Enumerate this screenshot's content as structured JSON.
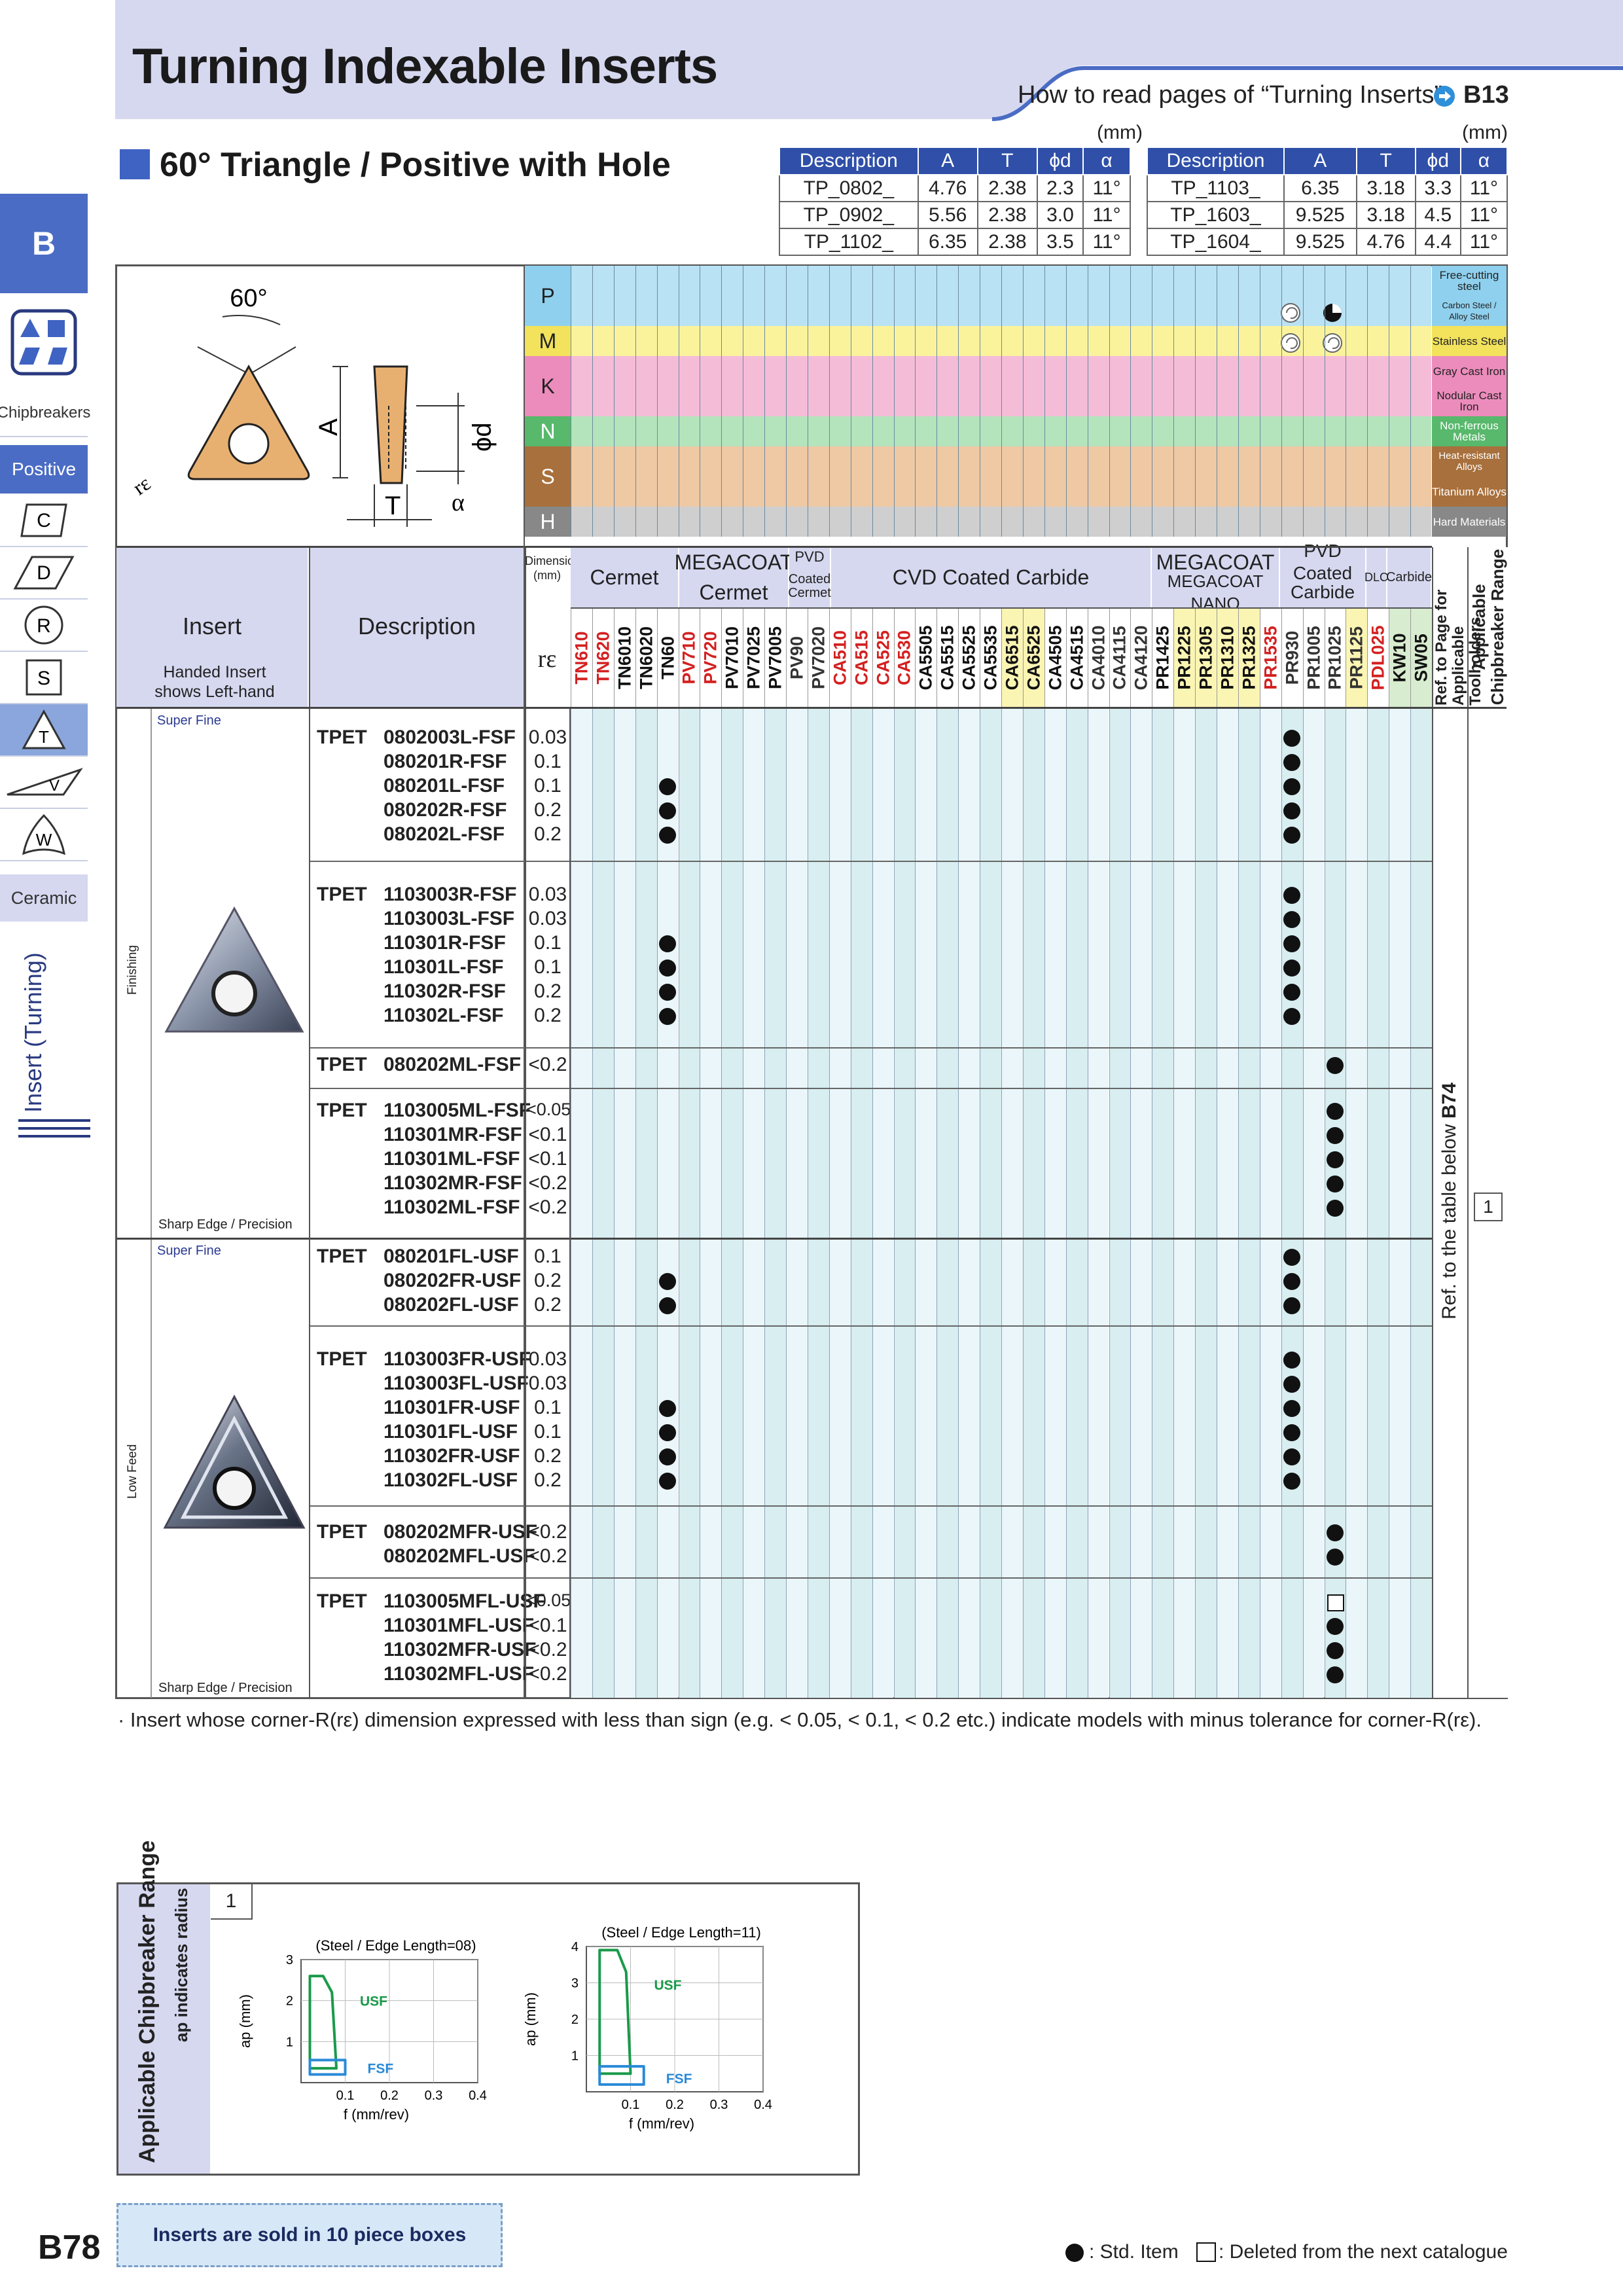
{
  "header": {
    "title": "Turning Indexable Inserts",
    "howto_text": "How to read pages of “Turning Inserts”",
    "howto_ref": "B13"
  },
  "side": {
    "section": "B",
    "tabs": [
      "Chipbreakers",
      "Positive",
      "C",
      "D",
      "R",
      "S",
      "T",
      "V",
      "W",
      "Ceramic"
    ],
    "vertical": "Insert (Turning)"
  },
  "section_title": "60° Triangle / Positive with Hole",
  "units": "(mm)",
  "dims_tables": [
    {
      "headers": [
        "Description",
        "A",
        "T",
        "ϕd",
        "α"
      ],
      "rows": [
        [
          "TP_0802_",
          "4.76",
          "2.38",
          "2.3",
          "11°"
        ],
        [
          "TP_0902_",
          "5.56",
          "2.38",
          "3.0",
          "11°"
        ],
        [
          "TP_1102_",
          "6.35",
          "2.38",
          "3.5",
          "11°"
        ]
      ]
    },
    {
      "headers": [
        "Description",
        "A",
        "T",
        "ϕd",
        "α"
      ],
      "rows": [
        [
          "TP_1103_",
          "6.35",
          "3.18",
          "3.3",
          "11°"
        ],
        [
          "TP_1603_",
          "9.525",
          "3.18",
          "4.5",
          "11°"
        ],
        [
          "TP_1604_",
          "9.525",
          "4.76",
          "4.4",
          "11°"
        ]
      ]
    }
  ],
  "diagram": {
    "angle": "60°",
    "A": "A",
    "T": "T",
    "phid": "ϕd",
    "alpha": "α",
    "re": "rε"
  },
  "materials": [
    {
      "code": "P",
      "color": "#b9e2f4",
      "names": [
        "Free-cutting steel",
        "Carbon Steel / Alloy Steel"
      ]
    },
    {
      "code": "M",
      "color": "#fbf39c",
      "names": [
        "Stainless Steel"
      ]
    },
    {
      "code": "K",
      "color": "#f5bcd8",
      "names": [
        "Gray Cast Iron",
        "Nodular Cast Iron"
      ]
    },
    {
      "code": "N",
      "color": "#b4e4bc",
      "names": [
        "Non-ferrous Metals"
      ]
    },
    {
      "code": "S",
      "color": "#efc8a4",
      "names": [
        "Heat-resistant Alloys",
        "Titanium Alloys"
      ]
    },
    {
      "code": "H",
      "color": "#cfcfcf",
      "names": [
        "Hard Materials"
      ]
    }
  ],
  "col_headers": {
    "insert": "Insert",
    "handed_note": "Handed Insert shows Left-hand",
    "description": "Description",
    "dimension": "Dimension (mm)",
    "re": "rε",
    "series": [
      {
        "name": "Cermet",
        "sub": ""
      },
      {
        "name": "MEGACOAT",
        "sub": "Cermet"
      },
      {
        "name": "PVD",
        "sub": "Coated Cermet"
      },
      {
        "name": "CVD Coated Carbide",
        "sub": ""
      },
      {
        "name": "MEGACOAT",
        "sub": "MEGACOAT NANO"
      },
      {
        "name": "PVD Coated",
        "sub": "Carbide"
      },
      {
        "name": "DLC",
        "sub": ""
      },
      {
        "name": "Carbide",
        "sub": ""
      }
    ],
    "ref_page": "Ref. to Page for Applicable Toolholders",
    "chip_range": "Applicable Chipbreaker Range"
  },
  "grades": [
    {
      "name": "TN610",
      "color": "#d42020"
    },
    {
      "name": "TN620",
      "color": "#d42020"
    },
    {
      "name": "TN6010",
      "color": "#111111"
    },
    {
      "name": "TN6020",
      "color": "#111111"
    },
    {
      "name": "TN60",
      "color": "#111111"
    },
    {
      "name": "PV710",
      "color": "#d42020"
    },
    {
      "name": "PV720",
      "color": "#d42020"
    },
    {
      "name": "PV7010",
      "color": "#111111"
    },
    {
      "name": "PV7025",
      "color": "#111111"
    },
    {
      "name": "PV7005",
      "color": "#111111"
    },
    {
      "name": "PV90",
      "color": "#333333"
    },
    {
      "name": "PV7020",
      "color": "#333333"
    },
    {
      "name": "CA510",
      "color": "#d42020"
    },
    {
      "name": "CA515",
      "color": "#d42020"
    },
    {
      "name": "CA525",
      "color": "#d42020"
    },
    {
      "name": "CA530",
      "color": "#d42020"
    },
    {
      "name": "CA5505",
      "color": "#111111"
    },
    {
      "name": "CA5515",
      "color": "#111111"
    },
    {
      "name": "CA5525",
      "color": "#111111"
    },
    {
      "name": "CA5535",
      "color": "#111111"
    },
    {
      "name": "CA6515",
      "color": "#111111"
    },
    {
      "name": "CA6525",
      "color": "#111111"
    },
    {
      "name": "CA4505",
      "color": "#111111"
    },
    {
      "name": "CA4515",
      "color": "#111111"
    },
    {
      "name": "CA4010",
      "color": "#333333"
    },
    {
      "name": "CA4115",
      "color": "#333333"
    },
    {
      "name": "CA4120",
      "color": "#333333"
    },
    {
      "name": "PR1425",
      "color": "#111111"
    },
    {
      "name": "PR1225",
      "color": "#111111"
    },
    {
      "name": "PR1305",
      "color": "#111111"
    },
    {
      "name": "PR1310",
      "color": "#111111"
    },
    {
      "name": "PR1325",
      "color": "#111111"
    },
    {
      "name": "PR1535",
      "color": "#d42020"
    },
    {
      "name": "PR930",
      "color": "#333333"
    },
    {
      "name": "PR1005",
      "color": "#333333"
    },
    {
      "name": "PR1025",
      "color": "#333333"
    },
    {
      "name": "PR1125",
      "color": "#333333"
    },
    {
      "name": "PDL025",
      "color": "#d42020"
    },
    {
      "name": "KW10",
      "color": "#111111"
    },
    {
      "name": "SW05",
      "color": "#111111"
    }
  ],
  "rows": [
    {
      "desc": "0802003L-FSF",
      "pre": "TPET",
      "re": "0.03",
      "dots": [
        33
      ]
    },
    {
      "desc": "080201R-FSF",
      "pre": "",
      "re": "0.1",
      "dots": [
        33
      ]
    },
    {
      "desc": "080201L-FSF",
      "pre": "",
      "re": "0.1",
      "dots": [
        4,
        33
      ]
    },
    {
      "desc": "080202R-FSF",
      "pre": "",
      "re": "0.2",
      "dots": [
        4,
        33
      ]
    },
    {
      "desc": "080202L-FSF",
      "pre": "",
      "re": "0.2",
      "dots": [
        4,
        33
      ]
    },
    {
      "desc": "1103003R-FSF",
      "pre": "TPET",
      "re": "0.03",
      "dots": [
        33
      ]
    },
    {
      "desc": "1103003L-FSF",
      "pre": "",
      "re": "0.03",
      "dots": [
        33
      ]
    },
    {
      "desc": "110301R-FSF",
      "pre": "",
      "re": "0.1",
      "dots": [
        4,
        33
      ]
    },
    {
      "desc": "110301L-FSF",
      "pre": "",
      "re": "0.1",
      "dots": [
        4,
        33
      ]
    },
    {
      "desc": "110302R-FSF",
      "pre": "",
      "re": "0.2",
      "dots": [
        4,
        33
      ]
    },
    {
      "desc": "110302L-FSF",
      "pre": "",
      "re": "0.2",
      "dots": [
        4,
        33
      ]
    },
    {
      "desc": "080202ML-FSF",
      "pre": "TPET",
      "re": "<0.2",
      "dots": [
        35
      ]
    },
    {
      "desc": "1103005ML-FSF",
      "pre": "TPET",
      "re": "<0.05",
      "dots": [
        35
      ]
    },
    {
      "desc": "110301MR-FSF",
      "pre": "",
      "re": "<0.1",
      "dots": [
        35
      ]
    },
    {
      "desc": "110301ML-FSF",
      "pre": "",
      "re": "<0.1",
      "dots": [
        35
      ]
    },
    {
      "desc": "110302MR-FSF",
      "pre": "",
      "re": "<0.2",
      "dots": [
        35
      ]
    },
    {
      "desc": "110302ML-FSF",
      "pre": "",
      "re": "<0.2",
      "dots": [
        35
      ]
    },
    {
      "desc": "080201FL-USF",
      "pre": "TPET",
      "re": "0.1",
      "dots": [
        33
      ]
    },
    {
      "desc": "080202FR-USF",
      "pre": "",
      "re": "0.2",
      "dots": [
        4,
        33
      ]
    },
    {
      "desc": "080202FL-USF",
      "pre": "",
      "re": "0.2",
      "dots": [
        4,
        33
      ]
    },
    {
      "desc": "1103003FR-USF",
      "pre": "TPET",
      "re": "0.03",
      "dots": [
        33
      ]
    },
    {
      "desc": "1103003FL-USF",
      "pre": "",
      "re": "0.03",
      "dots": [
        33
      ]
    },
    {
      "desc": "110301FR-USF",
      "pre": "",
      "re": "0.1",
      "dots": [
        4,
        33
      ]
    },
    {
      "desc": "110301FL-USF",
      "pre": "",
      "re": "0.1",
      "dots": [
        4,
        33
      ]
    },
    {
      "desc": "110302FR-USF",
      "pre": "",
      "re": "0.2",
      "dots": [
        4,
        33
      ]
    },
    {
      "desc": "110302FL-USF",
      "pre": "",
      "re": "0.2",
      "dots": [
        4,
        33
      ]
    },
    {
      "desc": "080202MFR-USF",
      "pre": "TPET",
      "re": "<0.2",
      "dots": [
        35
      ]
    },
    {
      "desc": "080202MFL-USF",
      "pre": "",
      "re": "<0.2",
      "dots": [
        35
      ]
    },
    {
      "desc": "1103005MFL-USF",
      "pre": "TPET",
      "re": "<0.05",
      "squares": [
        35
      ]
    },
    {
      "desc": "110301MFL-USF",
      "pre": "",
      "re": "<0.1",
      "dots": [
        35
      ]
    },
    {
      "desc": "110302MFR-USF",
      "pre": "",
      "re": "<0.2",
      "dots": [
        35
      ]
    },
    {
      "desc": "110302MFL-USF",
      "pre": "",
      "re": "<0.2",
      "dots": [
        35
      ]
    }
  ],
  "groups": [
    {
      "tag": "Super Fine",
      "edge": "Sharp Edge / Precision",
      "application": "Finishing"
    },
    {
      "tag": "Super Fine",
      "edge": "Sharp Edge / Precision",
      "application": "Low Feed"
    }
  ],
  "ref_text": "Ref. to the table below",
  "ref_page": "B74",
  "chip_range_no": "1",
  "footnote": "· Insert whose corner-R(rε) dimension expressed with less than sign (e.g. < 0.05, < 0.1, < 0.2 etc.) indicate models with minus tolerance for corner-R(rε).",
  "chipbreaker_box": {
    "title": "Applicable Chipbreaker Range",
    "subtitle": "ap indicates radius",
    "number": "1"
  },
  "chart_data": [
    {
      "type": "area",
      "title": "(Steel / Edge Length=08)",
      "xlabel": "f (mm/rev)",
      "ylabel": "ap (mm)",
      "xlim": [
        0,
        0.4
      ],
      "ylim": [
        0,
        3
      ],
      "xticks": [
        "0.1",
        "0.2",
        "0.3",
        "0.4"
      ],
      "yticks": [
        "1",
        "2",
        "3"
      ],
      "series": [
        {
          "name": "USF",
          "color": "#1a9a4a",
          "points": [
            [
              0.02,
              0.35
            ],
            [
              0.02,
              2.6
            ],
            [
              0.05,
              2.6
            ],
            [
              0.07,
              2.2
            ],
            [
              0.08,
              0.35
            ]
          ]
        },
        {
          "name": "FSF",
          "color": "#2a8ad8",
          "points": [
            [
              0.02,
              0.2
            ],
            [
              0.02,
              0.55
            ],
            [
              0.1,
              0.55
            ],
            [
              0.1,
              0.2
            ]
          ]
        }
      ]
    },
    {
      "type": "area",
      "title": "(Steel / Edge Length=11)",
      "xlabel": "f (mm/rev)",
      "ylabel": "ap (mm)",
      "xlim": [
        0,
        0.4
      ],
      "ylim": [
        0,
        4
      ],
      "xticks": [
        "0.1",
        "0.2",
        "0.3",
        "0.4"
      ],
      "yticks": [
        "1",
        "2",
        "3",
        "4"
      ],
      "series": [
        {
          "name": "USF",
          "color": "#1a9a4a",
          "points": [
            [
              0.03,
              0.5
            ],
            [
              0.03,
              3.9
            ],
            [
              0.07,
              3.9
            ],
            [
              0.09,
              3.3
            ],
            [
              0.1,
              0.5
            ]
          ]
        },
        {
          "name": "FSF",
          "color": "#2a8ad8",
          "points": [
            [
              0.03,
              0.2
            ],
            [
              0.03,
              0.7
            ],
            [
              0.13,
              0.7
            ],
            [
              0.13,
              0.2
            ]
          ]
        }
      ]
    }
  ],
  "footer": {
    "sold_note": "Inserts are sold in 10 piece boxes",
    "page_no": "B78",
    "legend_std": ": Std. Item",
    "legend_del": ": Deleted from the next catalogue"
  }
}
